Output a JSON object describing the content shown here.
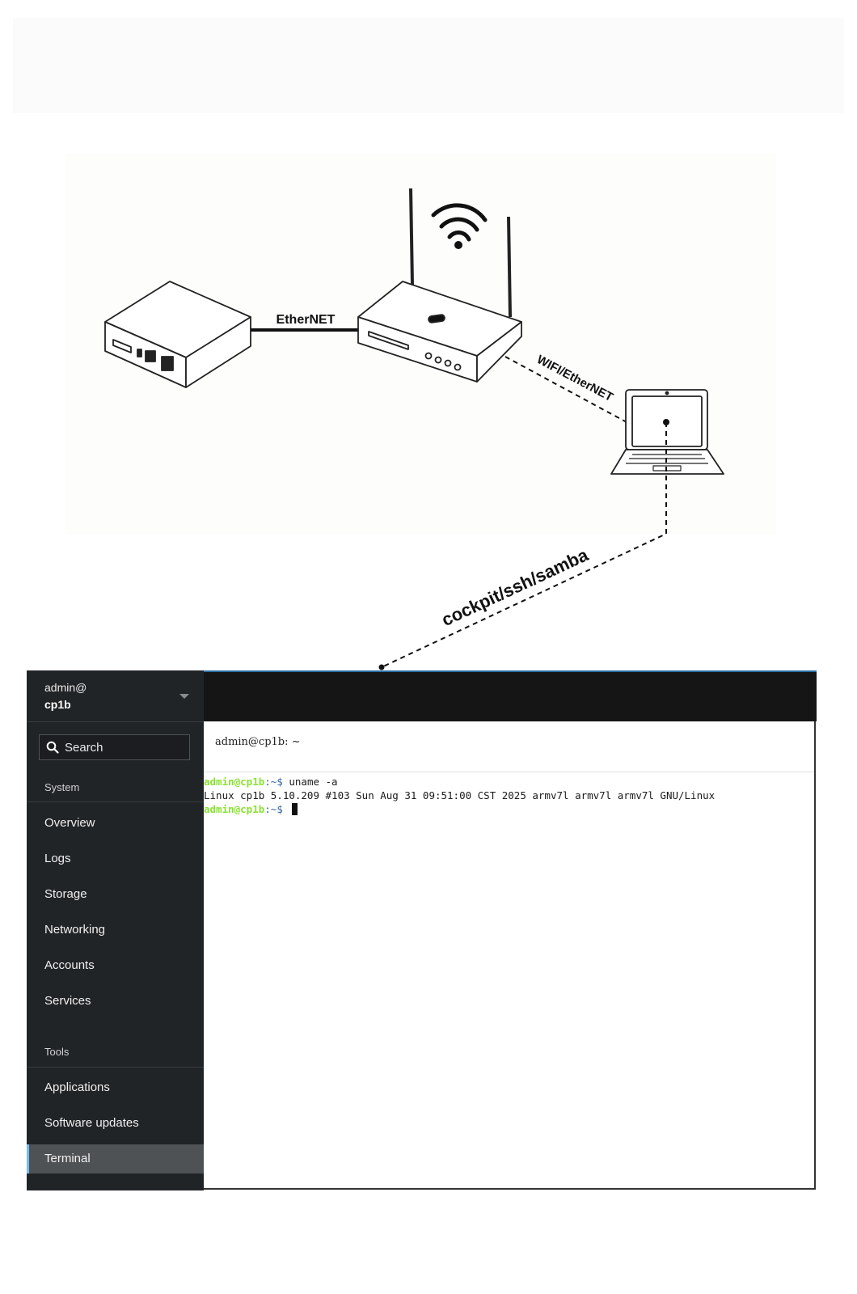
{
  "diagram": {
    "labels": {
      "ethernet": "EtherNET",
      "wifi_ethernet": "WIFI/EtherNET",
      "remote_access": "cockpit/ssh/samba"
    },
    "devices": [
      "mini-pc",
      "wifi-router",
      "laptop"
    ]
  },
  "cockpit": {
    "host": {
      "user": "admin@",
      "name": "cp1b"
    },
    "search": {
      "label": "Search"
    },
    "sections": [
      {
        "title": "System",
        "items": [
          "Overview",
          "Logs",
          "Storage",
          "Networking",
          "Accounts",
          "Services"
        ]
      },
      {
        "title": "Tools",
        "items": [
          "Applications",
          "Software updates",
          "Terminal"
        ]
      }
    ],
    "active_item": "Terminal",
    "terminal": {
      "title": "admin@cp1b: ~",
      "prompt_user": "admin@cp1b",
      "prompt_suffix": ":~$ ",
      "command": "uname -a",
      "output": "Linux cp1b 5.10.209 #103 Sun Aug 31 09:51:00 CST 2025 armv7l armv7l armv7l GNU/Linux"
    }
  },
  "colors": {
    "sidebar_bg": "#212427",
    "topbar_bg": "#151515",
    "active_accent": "#73bcf7",
    "prompt_green": "#8ae234",
    "prompt_blue": "#3465a4"
  }
}
